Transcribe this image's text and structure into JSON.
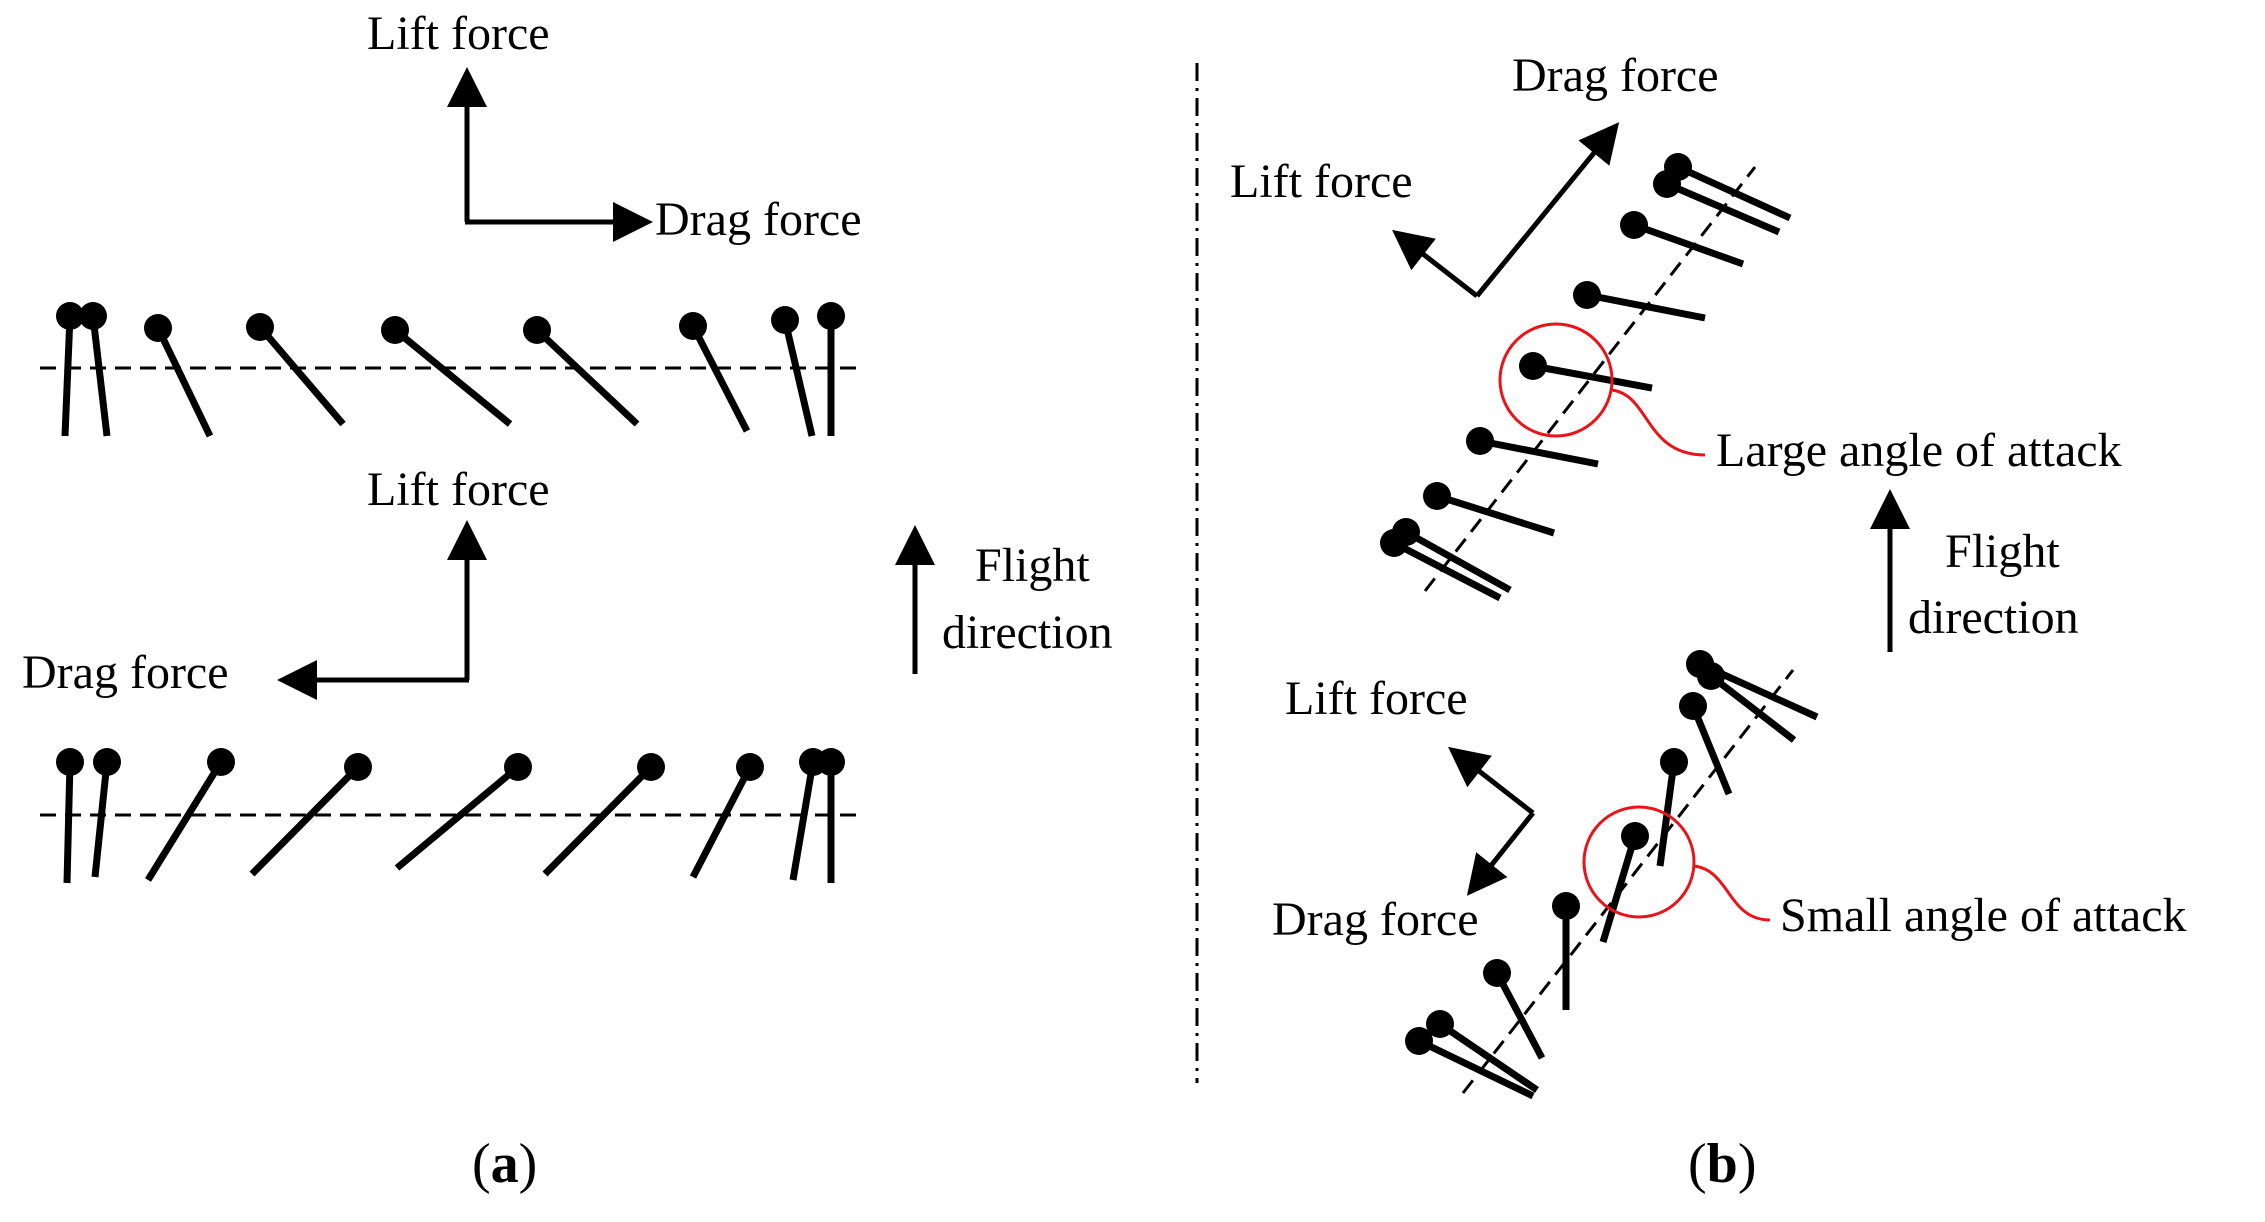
{
  "colors": {
    "ink": "#000000",
    "highlight": "#e8141a",
    "background": "#ffffff"
  },
  "panel_a": {
    "upstroke": {
      "lift_label": "Lift force",
      "drag_label": "Drag force"
    },
    "downstroke": {
      "lift_label": "Lift force",
      "drag_label": "Drag force"
    },
    "flight_direction_line1": "Flight",
    "flight_direction_line2": "direction",
    "caption_open": "(",
    "caption_letter": "a",
    "caption_close": ")"
  },
  "panel_b": {
    "upstroke": {
      "lift_label": "Lift force",
      "drag_label": "Drag force",
      "annotation": "Large angle of attack"
    },
    "downstroke": {
      "lift_label": "Lift force",
      "drag_label": "Drag force",
      "annotation": "Small angle of attack"
    },
    "flight_direction_line1": "Flight",
    "flight_direction_line2": "direction",
    "caption_open": "(",
    "caption_letter": "b",
    "caption_close": ")"
  }
}
